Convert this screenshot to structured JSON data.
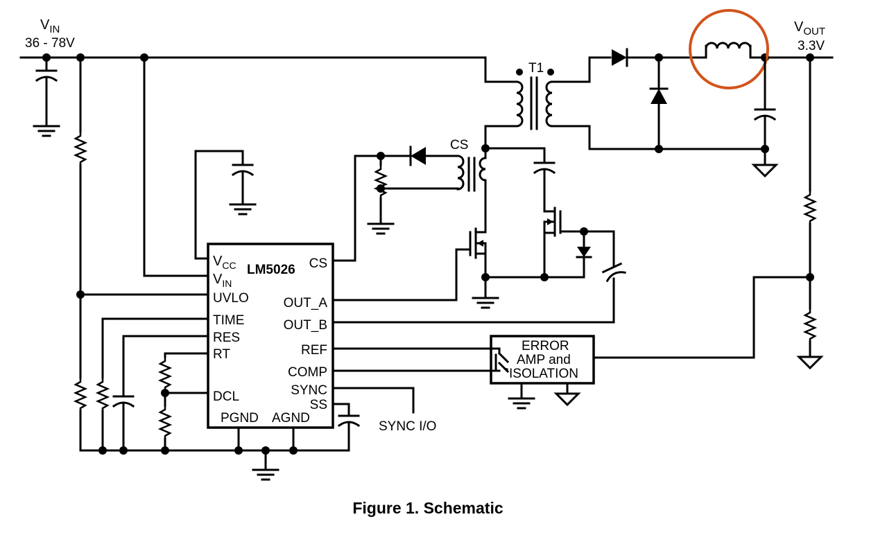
{
  "labels": {
    "vin": "V",
    "vin_sub": "IN",
    "vin_range": "36 - 78V",
    "vout": "V",
    "vout_sub": "OUT",
    "vout_value": "3.3V",
    "t1": "T1",
    "cs": "CS",
    "sync_io": "SYNC I/O"
  },
  "ic": {
    "name": "LM5026",
    "pins": {
      "vcc": "V",
      "vcc_sub": "CC",
      "vin": "V",
      "vin_sub": "IN",
      "uvlo": "UVLO",
      "time": "TIME",
      "res": "RES",
      "rt": "RT",
      "dcl": "DCL",
      "pgnd": "PGND",
      "agnd": "AGND",
      "cs": "CS",
      "out_a": "OUT_A",
      "out_b": "OUT_B",
      "ref": "REF",
      "comp": "COMP",
      "sync": "SYNC",
      "ss": "SS"
    }
  },
  "error_amp": {
    "line1": "ERROR",
    "line2": "AMP and",
    "line3": "ISOLATION"
  },
  "highlight": {
    "color": "#d2541c",
    "target": "output inductor"
  },
  "caption": "Figure 1. Schematic"
}
